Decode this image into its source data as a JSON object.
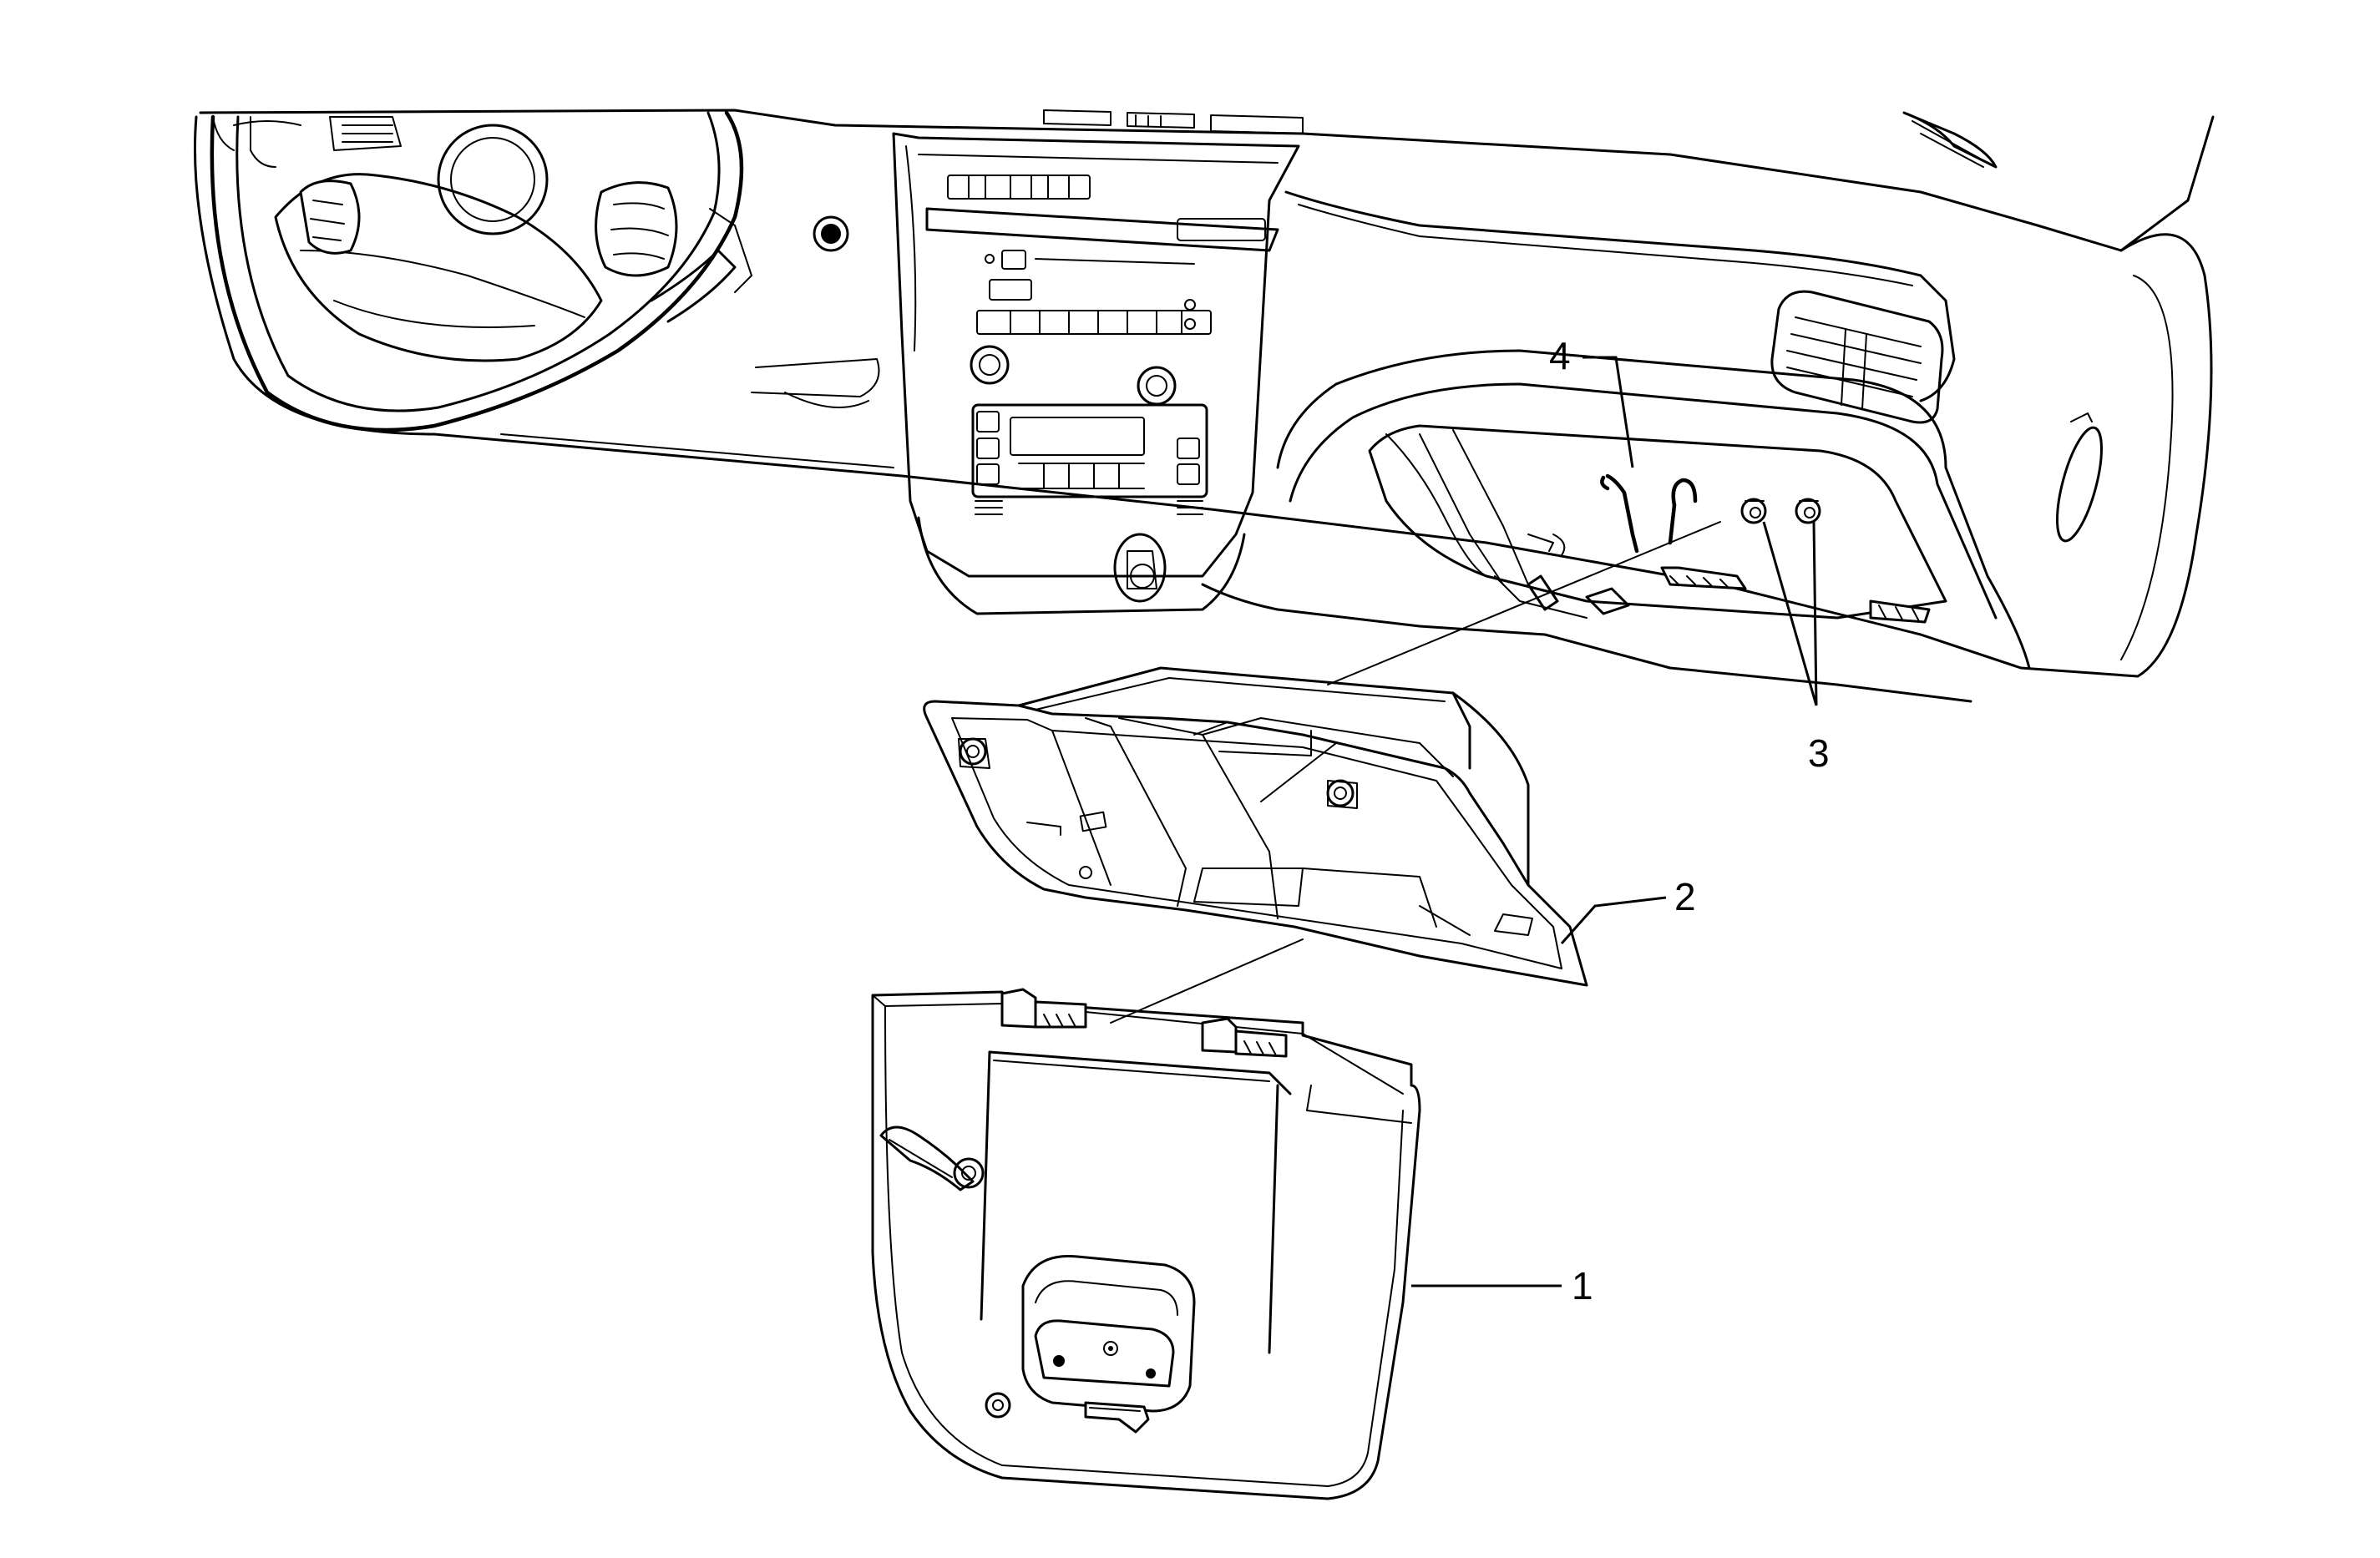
{
  "callouts": [
    {
      "label": "1",
      "part": "glove-box-door"
    },
    {
      "label": "2",
      "part": "glove-box-bin"
    },
    {
      "label": "3",
      "part": "fastener-holes"
    },
    {
      "label": "4",
      "part": "latch-cables"
    }
  ]
}
